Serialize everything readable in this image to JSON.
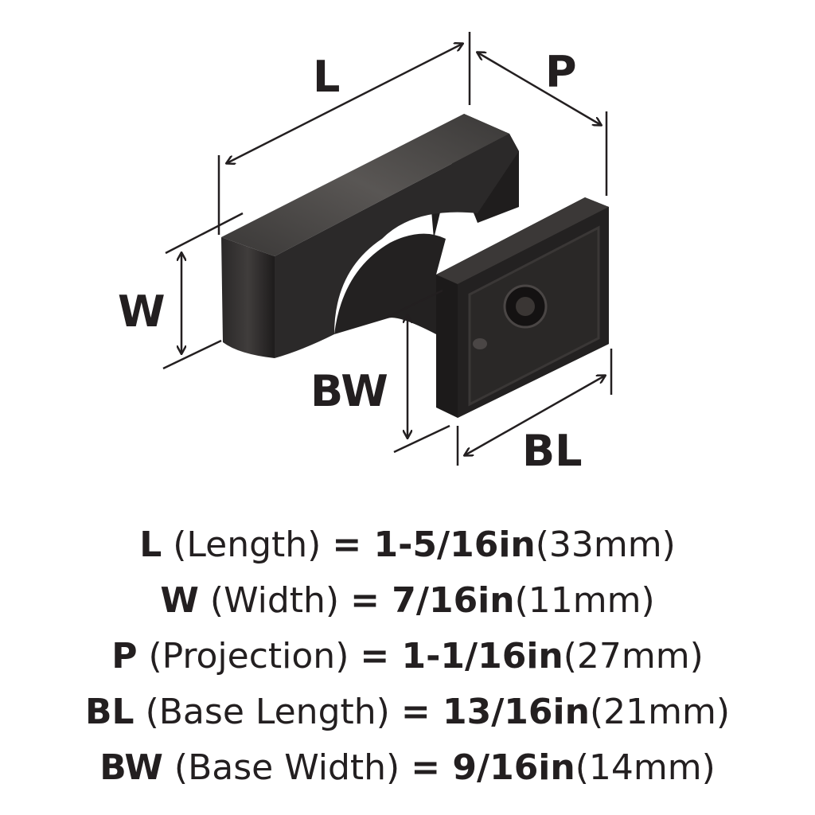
{
  "dimension_labels": {
    "L": "L",
    "P": "P",
    "W": "W",
    "BW": "BW",
    "BL": "BL"
  },
  "specs": [
    {
      "code": "L",
      "name": "(Length)",
      "value": "= 1-5/16in",
      "metric": "(33mm)"
    },
    {
      "code": "W",
      "name": "(Width)",
      "value": "= 7/16in",
      "metric": "(11mm)"
    },
    {
      "code": "P",
      "name": "(Projection)",
      "value": "= 1-1/16in",
      "metric": "(27mm)"
    },
    {
      "code": "BL",
      "name": "(Base Length)",
      "value": "= 13/16in",
      "metric": "(21mm)"
    },
    {
      "code": "BW",
      "name": "(Base Width)",
      "value": "= 9/16in",
      "metric": "(14mm)"
    }
  ],
  "colors": {
    "finish": "#2e2c2c",
    "ink": "#231f20"
  }
}
